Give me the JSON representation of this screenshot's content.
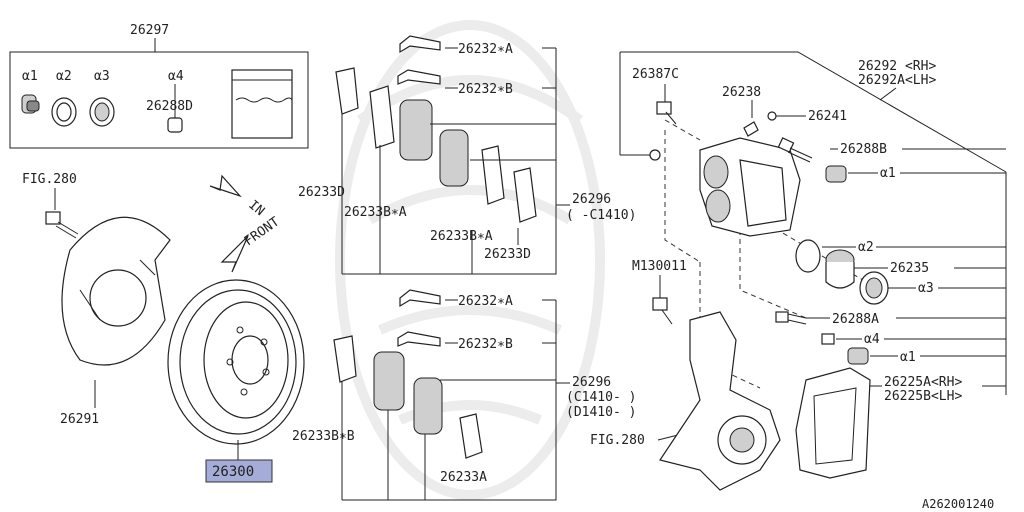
{
  "kit": {
    "number": "26297",
    "a1": "α1",
    "a2": "α2",
    "a3": "α3",
    "a4": "α4",
    "pin": "26288D"
  },
  "left": {
    "fig_top": "FIG.280",
    "in_arrow": "IN",
    "front_arrow": "FRONT",
    "shield": "26291",
    "rotor": "26300"
  },
  "pads_upper": {
    "clip_a": "26232∗A",
    "clip_b": "26232∗B",
    "pad_d": "26233D",
    "pad_ba1": "26233B∗A",
    "pad_ba2": "26233B∗A",
    "pad_d2": "26233D",
    "kit": "26296",
    "range": "( -C1410)"
  },
  "pads_lower": {
    "clip_a": "26232∗A",
    "clip_b": "26232∗B",
    "pad_bb": "26233B∗B",
    "pad_a": "26233A",
    "kit": "26296",
    "range1": "(C1410- )",
    "range2": "(D1410- )"
  },
  "caliper": {
    "bolt1": "26387C",
    "bleeder": "26238",
    "cap": "26241",
    "assy_rh": "26292 <RH>",
    "assy_lh": "26292A<LH>",
    "guide_b": "26288B",
    "a1_top": "α1",
    "a2": "α2",
    "piston": "26235",
    "a3": "α3",
    "bolt2": "M130011",
    "guide_a": "26288A",
    "a4": "α4",
    "a1_bot": "α1",
    "bracket_rh": "26225A<RH>",
    "bracket_lh": "26225B<LH>",
    "fig": "FIG.280"
  },
  "footer": {
    "code": "A262001240"
  },
  "colors": {
    "highlight": "#a4acd8",
    "line": "#222222"
  }
}
